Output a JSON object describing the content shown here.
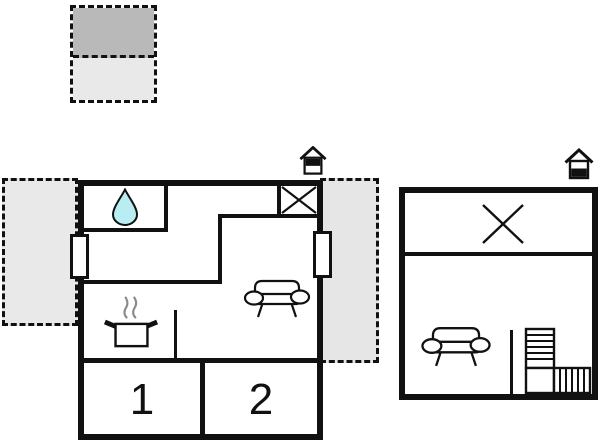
{
  "app": {
    "type": "floor-plan-diagram"
  },
  "colors": {
    "line": "#111111",
    "canvas_bg": "#ffffff",
    "roofed_terrace_swatch": "#b9b9b9",
    "open_terrace_swatch": "#e9e9e9",
    "open_terrace_right": "#e6e6e6",
    "water_drop": "#b8edf2",
    "steam": "#8a8a8a"
  },
  "legend": {
    "swatches": [
      {
        "name": "roofed-terrace",
        "color": "#b9b9b9"
      },
      {
        "name": "open-terrace",
        "color": "#e9e9e9"
      }
    ]
  },
  "ground_floor": {
    "rooms": [
      {
        "label": "1"
      },
      {
        "label": "2"
      }
    ],
    "icons": [
      {
        "name": "water-drop-icon"
      },
      {
        "name": "cooking-pot-icon"
      },
      {
        "name": "steam-icon"
      },
      {
        "name": "sofa-icon"
      },
      {
        "name": "crossed-box-icon"
      },
      {
        "name": "window-icon"
      },
      {
        "name": "house-level-icon-top-filled"
      }
    ]
  },
  "upper_floor": {
    "icons": [
      {
        "name": "cross-mark-icon"
      },
      {
        "name": "sofa-icon"
      },
      {
        "name": "staircase-icon"
      },
      {
        "name": "house-level-icon-bottom-filled"
      }
    ]
  }
}
